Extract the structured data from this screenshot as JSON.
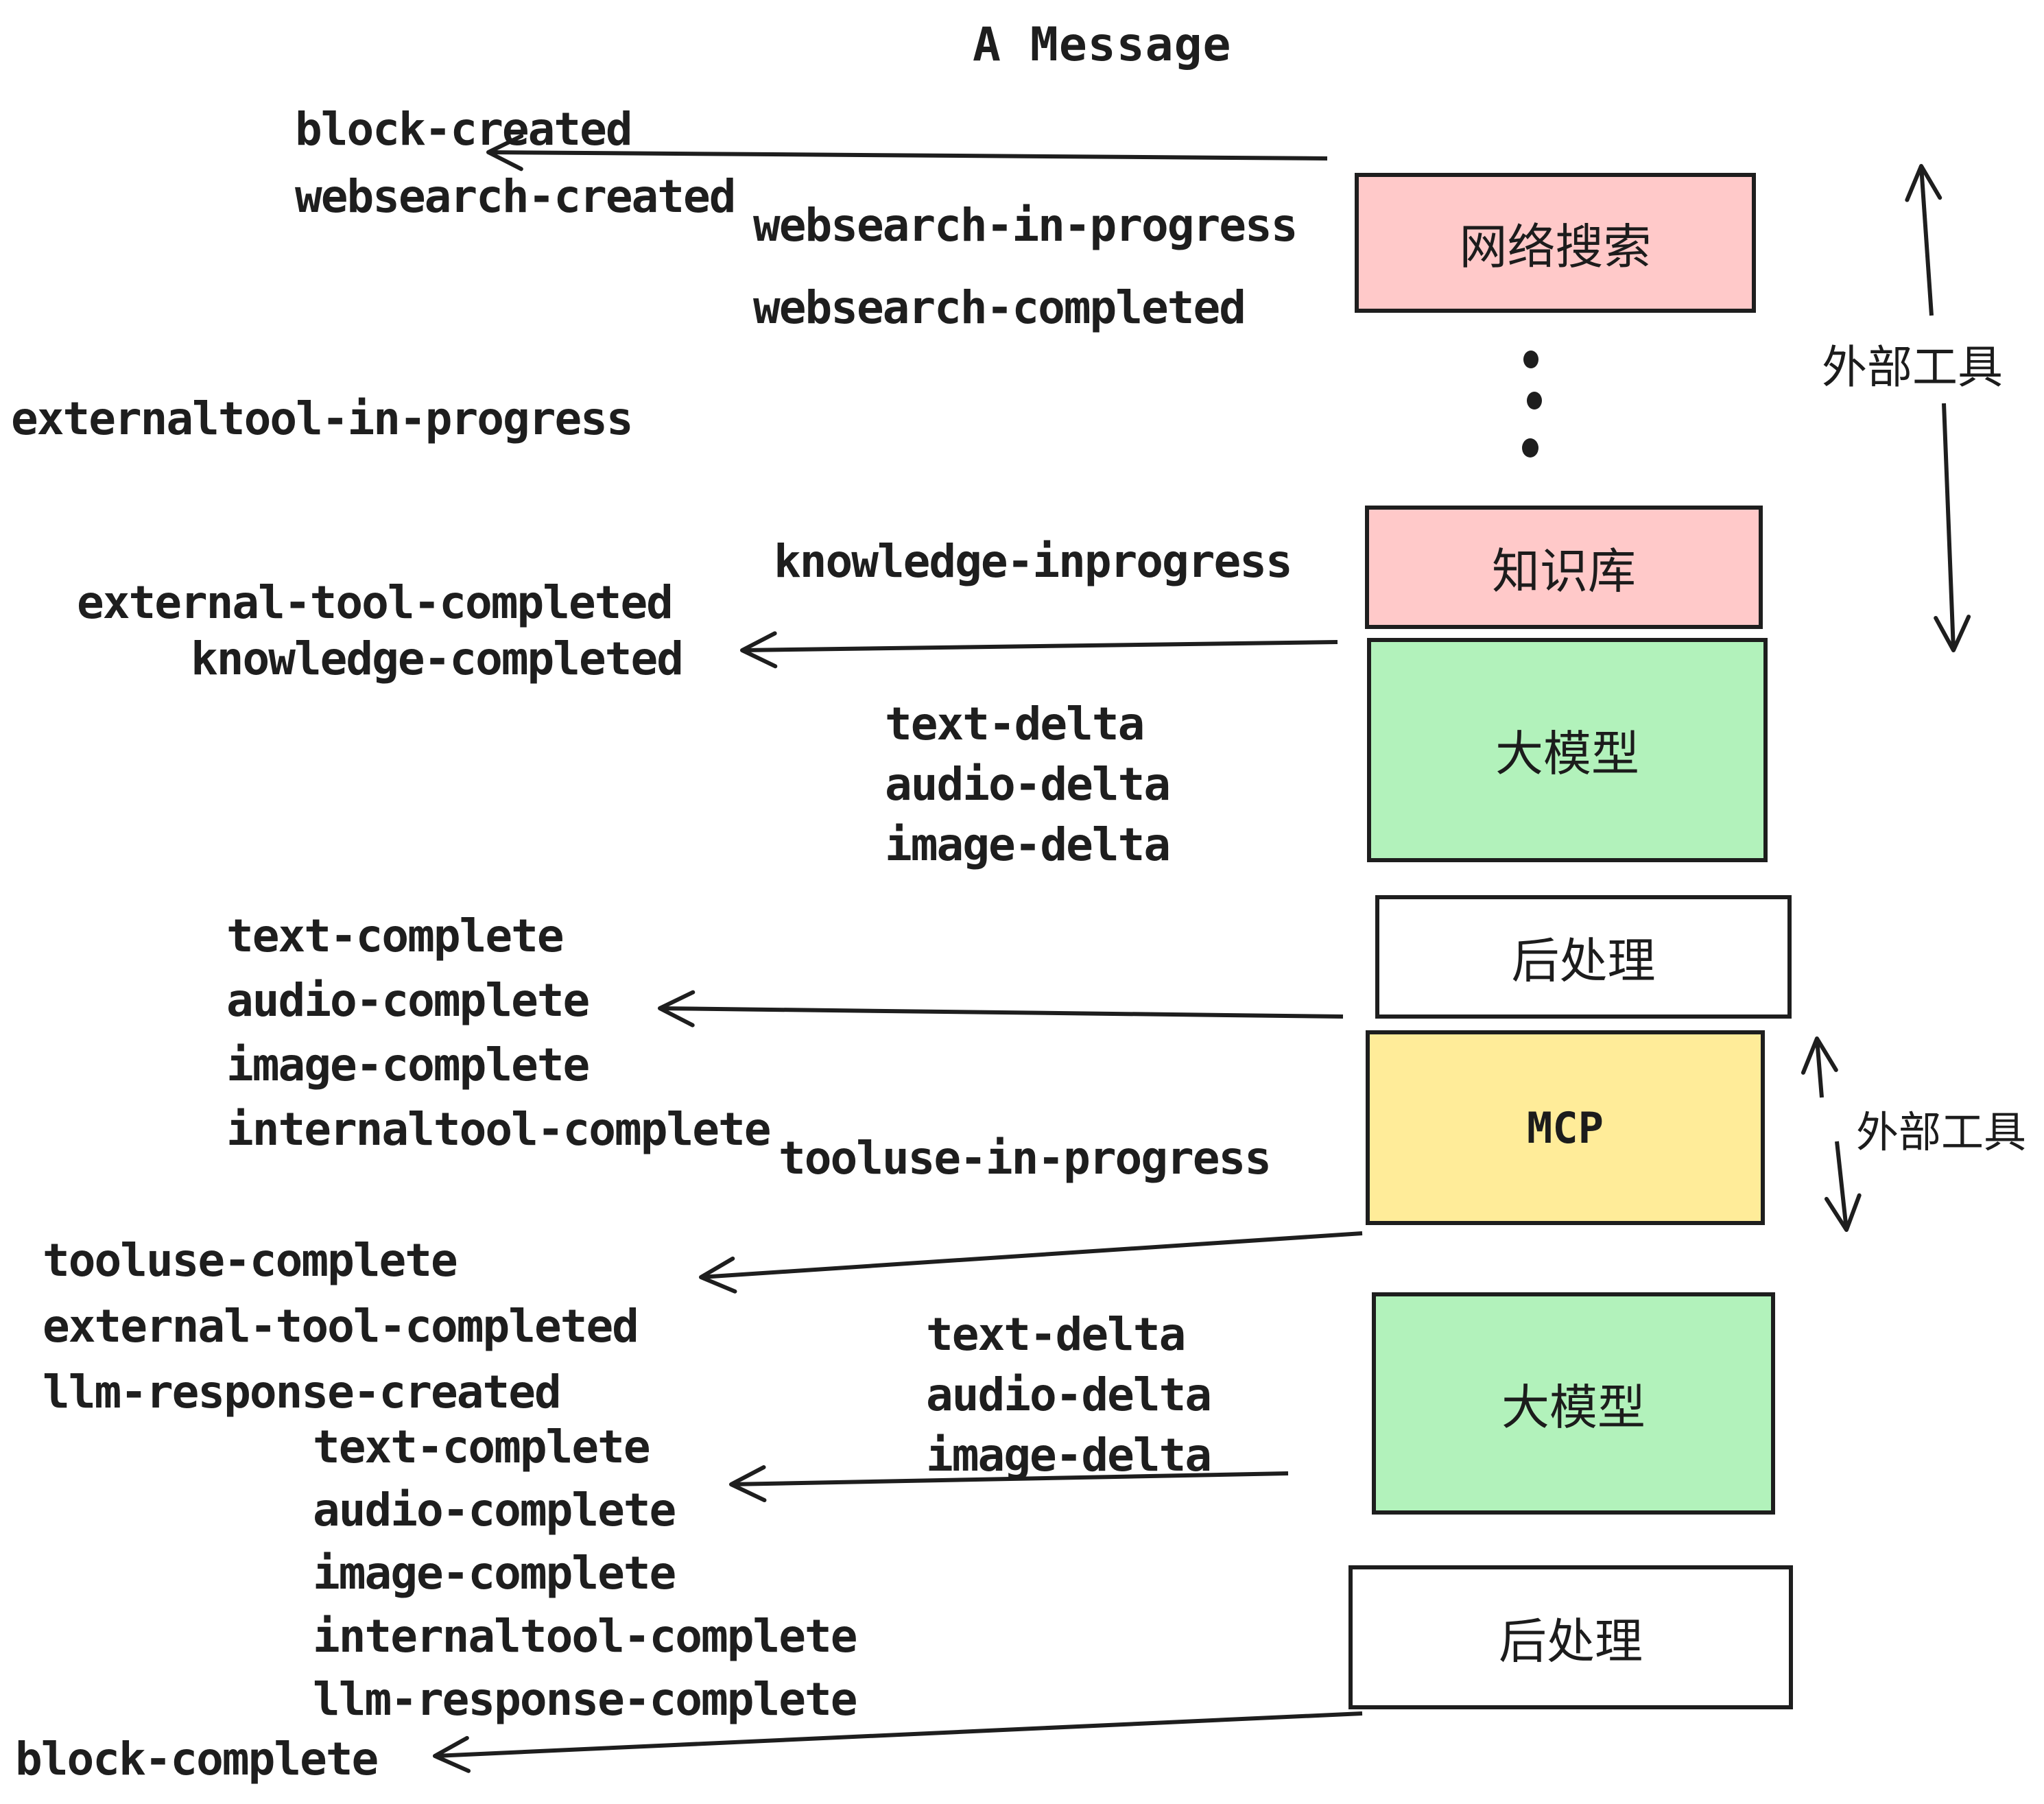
{
  "title": "A Message",
  "colors": {
    "pink": "#ffc9c9",
    "green": "#b2f2bb",
    "yellow": "#ffec99",
    "white_box": "#ffffff",
    "stroke": "#1e1e1e",
    "background": "#ffffff"
  },
  "boxes": {
    "websearch": {
      "label": "网络搜索"
    },
    "knowledge": {
      "label": "知识库"
    },
    "llm1": {
      "label": "大模型"
    },
    "post1": {
      "label": "后处理"
    },
    "mcp": {
      "label": "MCP"
    },
    "llm2": {
      "label": "大模型"
    },
    "post2": {
      "label": "后处理"
    }
  },
  "side_labels": {
    "external_tools_top": "外部工具",
    "external_tools_mcp": "外部工具"
  },
  "events": {
    "block_created": "block-created",
    "websearch_created": "websearch-created",
    "websearch_in_progress": "websearch-in-progress",
    "websearch_completed": "websearch-completed",
    "externaltool_in_progress": "externaltool-in-progress",
    "knowledge_inprogress": "knowledge-inprogress",
    "external_tool_completed": "external-tool-completed",
    "knowledge_completed": "knowledge-completed",
    "delta_group_1": [
      "text-delta",
      "audio-delta",
      "image-delta"
    ],
    "complete_group_1": [
      "text-complete",
      "audio-complete",
      "image-complete",
      "internaltool-complete"
    ],
    "tooluse_in_progress": "tooluse-in-progress",
    "tooluse_complete": "tooluse-complete",
    "external_tool_completed_2": "external-tool-completed",
    "llm_response_created": "llm-response-created",
    "delta_group_2": [
      "text-delta",
      "audio-delta",
      "image-delta"
    ],
    "complete_group_2": [
      "text-complete",
      "audio-complete",
      "image-complete",
      "internaltool-complete",
      "llm-response-complete"
    ],
    "block_complete": "block-complete"
  }
}
